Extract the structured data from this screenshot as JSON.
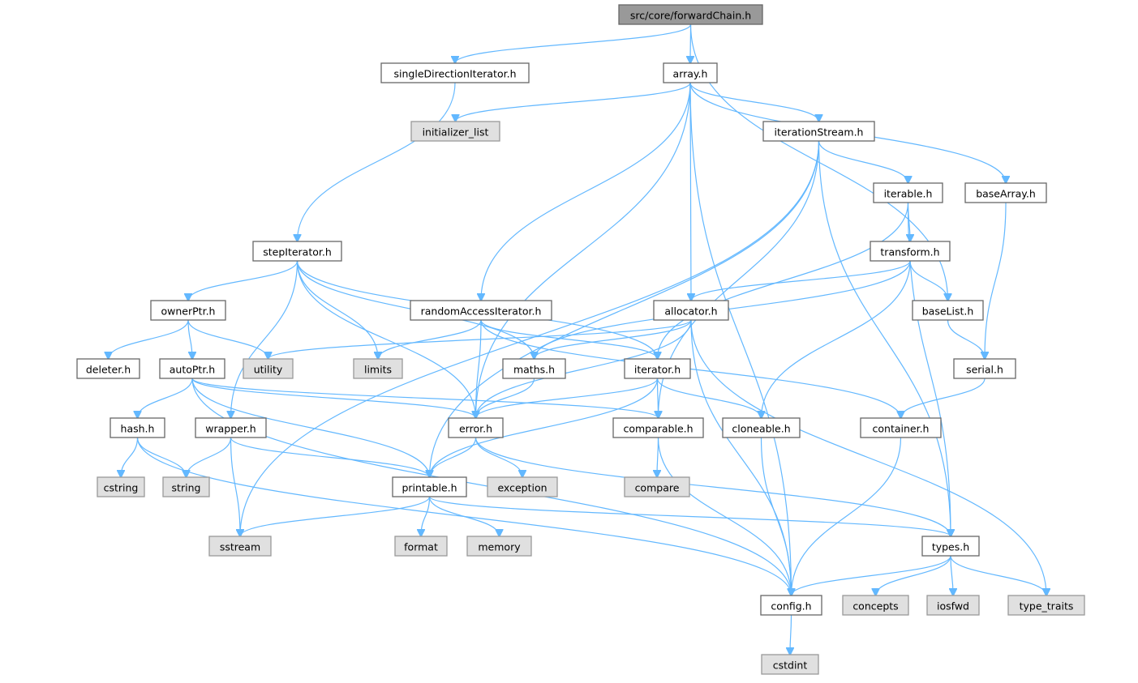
{
  "colors": {
    "edge": "#63b8ff",
    "root_fill": "#999999",
    "system_fill": "#e0e0e0"
  },
  "nodes": [
    {
      "id": "forwardChain",
      "label": "src/core/forwardChain.h",
      "kind": "root"
    },
    {
      "id": "singleDirectionIterator",
      "label": "singleDirectionIterator.h",
      "kind": "white"
    },
    {
      "id": "array",
      "label": "array.h",
      "kind": "white"
    },
    {
      "id": "initializer_list",
      "label": "initializer_list",
      "kind": "gray"
    },
    {
      "id": "iterationStream",
      "label": "iterationStream.h",
      "kind": "white"
    },
    {
      "id": "iterable",
      "label": "iterable.h",
      "kind": "white"
    },
    {
      "id": "baseArray",
      "label": "baseArray.h",
      "kind": "white"
    },
    {
      "id": "stepIterator",
      "label": "stepIterator.h",
      "kind": "white"
    },
    {
      "id": "transform",
      "label": "transform.h",
      "kind": "white"
    },
    {
      "id": "ownerPtr",
      "label": "ownerPtr.h",
      "kind": "white"
    },
    {
      "id": "randomAccessIterator",
      "label": "randomAccessIterator.h",
      "kind": "white"
    },
    {
      "id": "allocator",
      "label": "allocator.h",
      "kind": "white"
    },
    {
      "id": "baseList",
      "label": "baseList.h",
      "kind": "white"
    },
    {
      "id": "deleter",
      "label": "deleter.h",
      "kind": "white"
    },
    {
      "id": "autoPtr",
      "label": "autoPtr.h",
      "kind": "white"
    },
    {
      "id": "utility",
      "label": "utility",
      "kind": "gray"
    },
    {
      "id": "limits",
      "label": "limits",
      "kind": "gray"
    },
    {
      "id": "maths",
      "label": "maths.h",
      "kind": "white"
    },
    {
      "id": "iterator",
      "label": "iterator.h",
      "kind": "white"
    },
    {
      "id": "serial",
      "label": "serial.h",
      "kind": "white"
    },
    {
      "id": "hash",
      "label": "hash.h",
      "kind": "white"
    },
    {
      "id": "wrapper",
      "label": "wrapper.h",
      "kind": "white"
    },
    {
      "id": "error",
      "label": "error.h",
      "kind": "white"
    },
    {
      "id": "comparable",
      "label": "comparable.h",
      "kind": "white"
    },
    {
      "id": "cloneable",
      "label": "cloneable.h",
      "kind": "white"
    },
    {
      "id": "container",
      "label": "container.h",
      "kind": "white"
    },
    {
      "id": "cstring",
      "label": "cstring",
      "kind": "gray"
    },
    {
      "id": "string",
      "label": "string",
      "kind": "gray"
    },
    {
      "id": "printable",
      "label": "printable.h",
      "kind": "white"
    },
    {
      "id": "exception",
      "label": "exception",
      "kind": "gray"
    },
    {
      "id": "compare",
      "label": "compare",
      "kind": "gray"
    },
    {
      "id": "sstream",
      "label": "sstream",
      "kind": "gray"
    },
    {
      "id": "format",
      "label": "format",
      "kind": "gray"
    },
    {
      "id": "memory",
      "label": "memory",
      "kind": "gray"
    },
    {
      "id": "types",
      "label": "types.h",
      "kind": "white"
    },
    {
      "id": "config",
      "label": "config.h",
      "kind": "white"
    },
    {
      "id": "concepts",
      "label": "concepts",
      "kind": "gray"
    },
    {
      "id": "iosfwd",
      "label": "iosfwd",
      "kind": "gray"
    },
    {
      "id": "type_traits",
      "label": "type_traits",
      "kind": "gray"
    },
    {
      "id": "cstdint",
      "label": "cstdint",
      "kind": "gray"
    }
  ],
  "edges": [
    [
      "forwardChain",
      "singleDirectionIterator"
    ],
    [
      "forwardChain",
      "array"
    ],
    [
      "forwardChain",
      "baseList"
    ],
    [
      "singleDirectionIterator",
      "stepIterator"
    ],
    [
      "array",
      "initializer_list"
    ],
    [
      "array",
      "iterationStream"
    ],
    [
      "array",
      "baseArray"
    ],
    [
      "array",
      "error"
    ],
    [
      "array",
      "randomAccessIterator"
    ],
    [
      "array",
      "allocator"
    ],
    [
      "array",
      "config"
    ],
    [
      "iterationStream",
      "sstream"
    ],
    [
      "iterationStream",
      "printable"
    ],
    [
      "iterationStream",
      "comparable"
    ],
    [
      "iterationStream",
      "iterable"
    ],
    [
      "iterationStream",
      "types"
    ],
    [
      "iterable",
      "transform"
    ],
    [
      "iterable",
      "iterator"
    ],
    [
      "iterable",
      "types"
    ],
    [
      "baseArray",
      "serial"
    ],
    [
      "stepIterator",
      "ownerPtr"
    ],
    [
      "stepIterator",
      "wrapper"
    ],
    [
      "stepIterator",
      "limits"
    ],
    [
      "stepIterator",
      "maths"
    ],
    [
      "stepIterator",
      "error"
    ],
    [
      "stepIterator",
      "iterator"
    ],
    [
      "transform",
      "maths"
    ],
    [
      "transform",
      "allocator"
    ],
    [
      "transform",
      "baseList"
    ],
    [
      "transform",
      "cloneable"
    ],
    [
      "ownerPtr",
      "deleter"
    ],
    [
      "ownerPtr",
      "autoPtr"
    ],
    [
      "ownerPtr",
      "utility"
    ],
    [
      "randomAccessIterator",
      "limits"
    ],
    [
      "randomAccessIterator",
      "error"
    ],
    [
      "randomAccessIterator",
      "iterator"
    ],
    [
      "randomAccessIterator",
      "container"
    ],
    [
      "allocator",
      "utility"
    ],
    [
      "allocator",
      "maths"
    ],
    [
      "allocator",
      "error"
    ],
    [
      "allocator",
      "config"
    ],
    [
      "allocator",
      "type_traits"
    ],
    [
      "baseList",
      "serial"
    ],
    [
      "autoPtr",
      "hash"
    ],
    [
      "autoPtr",
      "printable"
    ],
    [
      "autoPtr",
      "error"
    ],
    [
      "autoPtr",
      "comparable"
    ],
    [
      "autoPtr",
      "config"
    ],
    [
      "maths",
      "error"
    ],
    [
      "iterator",
      "error"
    ],
    [
      "iterator",
      "printable"
    ],
    [
      "iterator",
      "comparable"
    ],
    [
      "iterator",
      "cloneable"
    ],
    [
      "serial",
      "container"
    ],
    [
      "hash",
      "cstring"
    ],
    [
      "hash",
      "string"
    ],
    [
      "hash",
      "config"
    ],
    [
      "wrapper",
      "string"
    ],
    [
      "wrapper",
      "sstream"
    ],
    [
      "wrapper",
      "printable"
    ],
    [
      "error",
      "printable"
    ],
    [
      "error",
      "exception"
    ],
    [
      "error",
      "types"
    ],
    [
      "comparable",
      "compare"
    ],
    [
      "comparable",
      "config"
    ],
    [
      "cloneable",
      "config"
    ],
    [
      "container",
      "config"
    ],
    [
      "printable",
      "sstream"
    ],
    [
      "printable",
      "format"
    ],
    [
      "printable",
      "memory"
    ],
    [
      "printable",
      "types"
    ],
    [
      "types",
      "config"
    ],
    [
      "types",
      "concepts"
    ],
    [
      "types",
      "iosfwd"
    ],
    [
      "types",
      "type_traits"
    ],
    [
      "config",
      "cstdint"
    ]
  ]
}
